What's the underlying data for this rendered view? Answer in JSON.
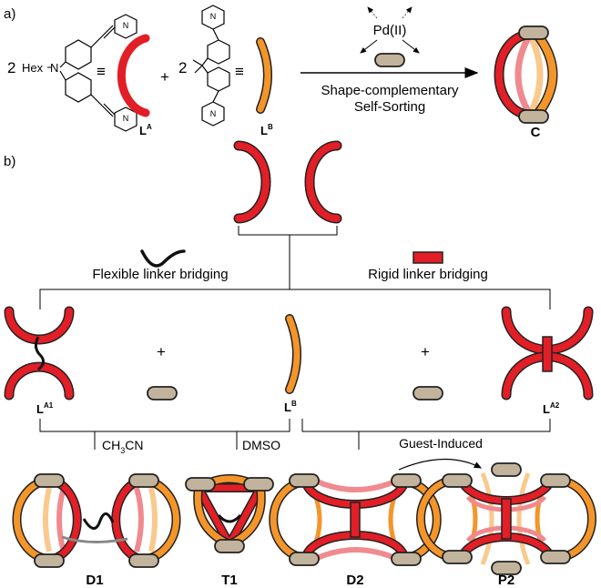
{
  "panel_a": {
    "label": "a)",
    "coef1": "2",
    "hex": "Hex",
    "n_atom": "N",
    "equiv": "≡",
    "plus": "+",
    "coef2": "2",
    "ligand_a": "L",
    "ligand_a_sup": "A",
    "ligand_b": "L",
    "ligand_b_sup": "B",
    "metal": "Pd(II)",
    "arrow_line1": "Shape-complementary",
    "arrow_line2": "Self-Sorting",
    "product": "C"
  },
  "panel_b": {
    "label": "b)",
    "flexible": "Flexible linker bridging",
    "rigid": "Rigid linker bridging",
    "plus": "+",
    "la1": "L",
    "la1_sup": "A1",
    "lb": "L",
    "lb_sup": "B",
    "la2": "L",
    "la2_sup": "A2",
    "solvent1": "CH",
    "solvent1_sub": "3",
    "solvent1_tail": "CN",
    "solvent2": "DMSO",
    "guest": "Guest-Induced",
    "products": [
      "D1",
      "T1",
      "D2",
      "P2"
    ]
  },
  "colors": {
    "red": "#e21e26",
    "pink": "#f08a8e",
    "orange": "#f4952a",
    "light_orange": "#f9c98d",
    "tan": "#c2b49c",
    "tan_stroke": "#222222",
    "gray": "#888888"
  }
}
